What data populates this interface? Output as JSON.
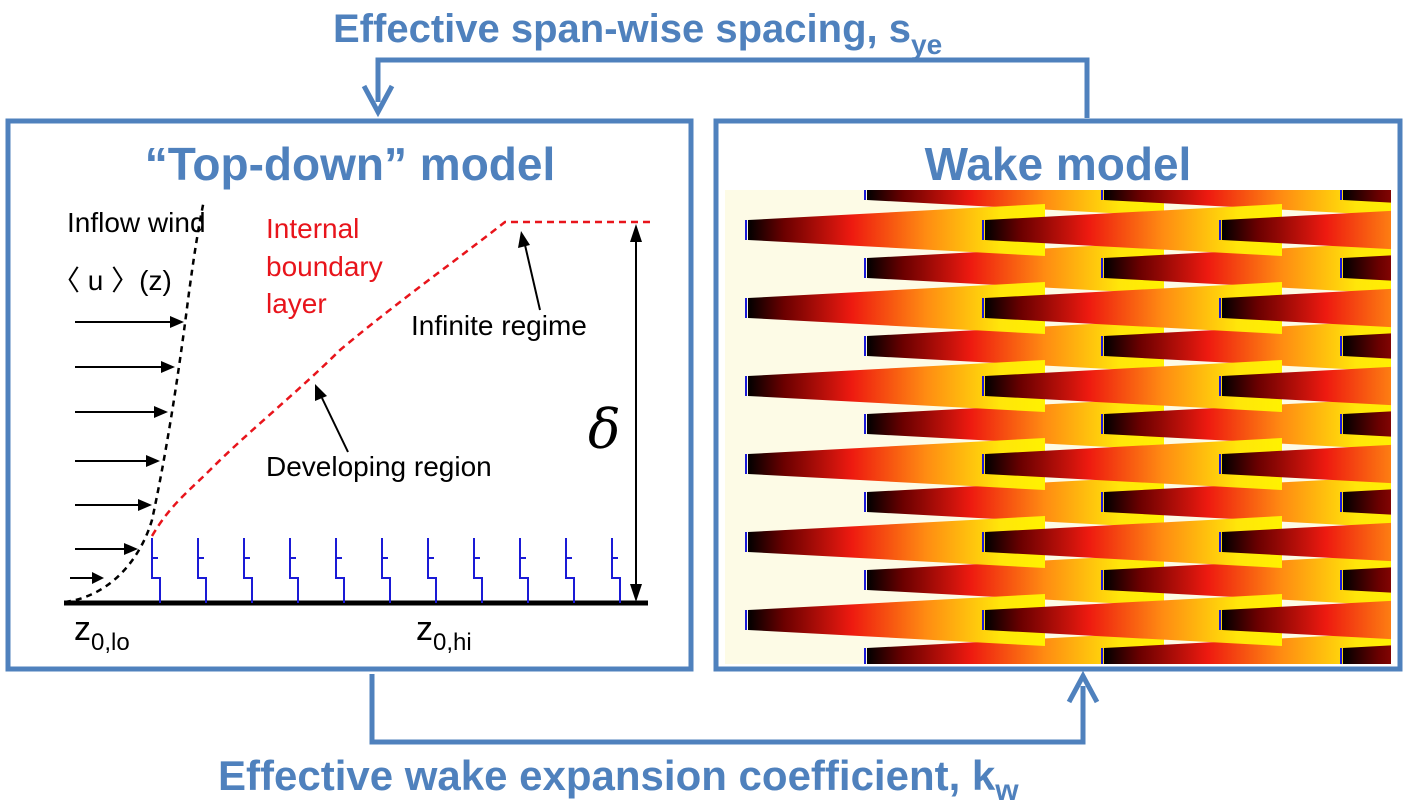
{
  "top_feedback": {
    "label": "Effective span-wise spacing, s",
    "subscript": "ye"
  },
  "bottom_feedback": {
    "label": "Effective wake expansion coefficient, k",
    "subscript": "w"
  },
  "left_panel": {
    "title": "“Top-down” model",
    "inflow_label": "Inflow wind",
    "inflow_symbol": "〈 u 〉(z)",
    "ibl_line1": "Internal",
    "ibl_line2": "boundary",
    "ibl_line3": "layer",
    "infinite_label": "Infinite regime",
    "developing_label": "Developing region",
    "delta_symbol": "δ",
    "z_lo_base": "z",
    "z_lo_sub": "0,lo",
    "z_hi_base": "z",
    "z_hi_sub": "0,hi"
  },
  "right_panel": {
    "title": "Wake model"
  },
  "colors": {
    "accent_blue": "#4f81bd",
    "ibl_red": "#e8141b",
    "turbine_blue": "#1a1ad6",
    "wake_background": "#fdfbe6"
  }
}
